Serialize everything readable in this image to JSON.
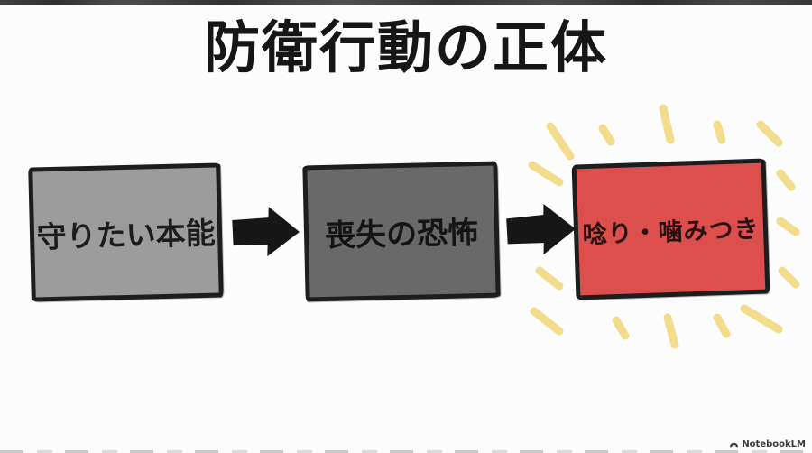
{
  "title": "防衛行動の正体",
  "flow": {
    "boxes": [
      {
        "label": "守りたい本能",
        "fill": "#9c9c9c",
        "text_color": "#1c1c1c"
      },
      {
        "label": "喪失の恐怖",
        "fill": "#696969",
        "text_color": "#141414"
      },
      {
        "label": "唸り・噛みつき",
        "fill": "#dc4f4c",
        "text_color": "#2a1111"
      }
    ],
    "arrow_color": "#171717",
    "ray_color": "#f3dd8d",
    "border_color": "#1d1d1d"
  },
  "watermark": {
    "label": "NotebookLM"
  }
}
